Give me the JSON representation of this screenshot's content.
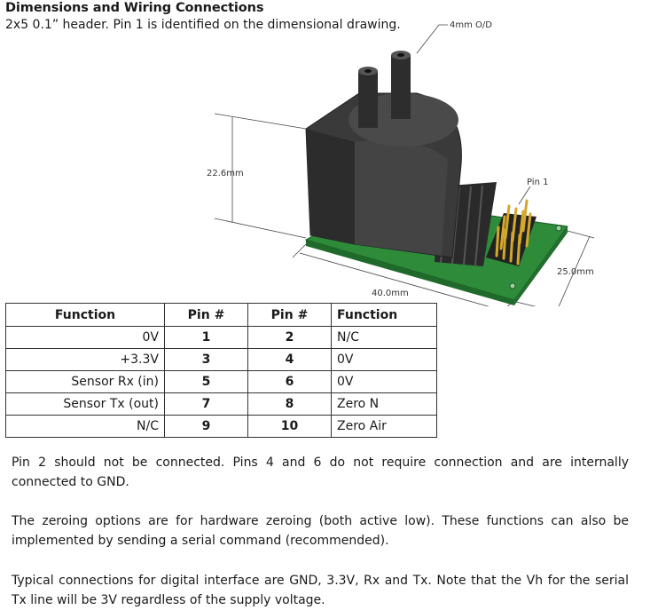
{
  "heading": "Dimensions and Wiring Connections",
  "subheading": "2x5 0.1” header. Pin 1 is identified on the dimensional drawing.",
  "drawing": {
    "labels": {
      "od": "4mm O/D",
      "height": "22.6mm",
      "pin1": "Pin 1",
      "depth": "25.0mm",
      "width": "40.0mm"
    },
    "colors": {
      "body": "#3a3a3a",
      "pcb": "#2e8b3a",
      "pins": "#d4a82a"
    }
  },
  "table": {
    "headers": [
      "Function",
      "Pin #",
      "Pin #",
      "Function"
    ],
    "rows": [
      [
        "0V",
        "1",
        "2",
        "N/C"
      ],
      [
        "+3.3V",
        "3",
        "4",
        "0V"
      ],
      [
        "Sensor Rx (in)",
        "5",
        "6",
        "0V"
      ],
      [
        "Sensor Tx (out)",
        "7",
        "8",
        "Zero N"
      ],
      [
        "N/C",
        "9",
        "10",
        "Zero Air"
      ]
    ]
  },
  "paragraphs": [
    "Pin 2 should not be connected. Pins 4 and 6 do not require connection and are internally connected to GND.",
    "The zeroing options are for hardware zeroing (both active low). These functions can also be implemented by sending a serial command (recommended).",
    "Typical connections for digital interface are GND, 3.3V, Rx and Tx. Note that the Vh for the serial Tx line will be 3V regardless of the supply voltage."
  ]
}
